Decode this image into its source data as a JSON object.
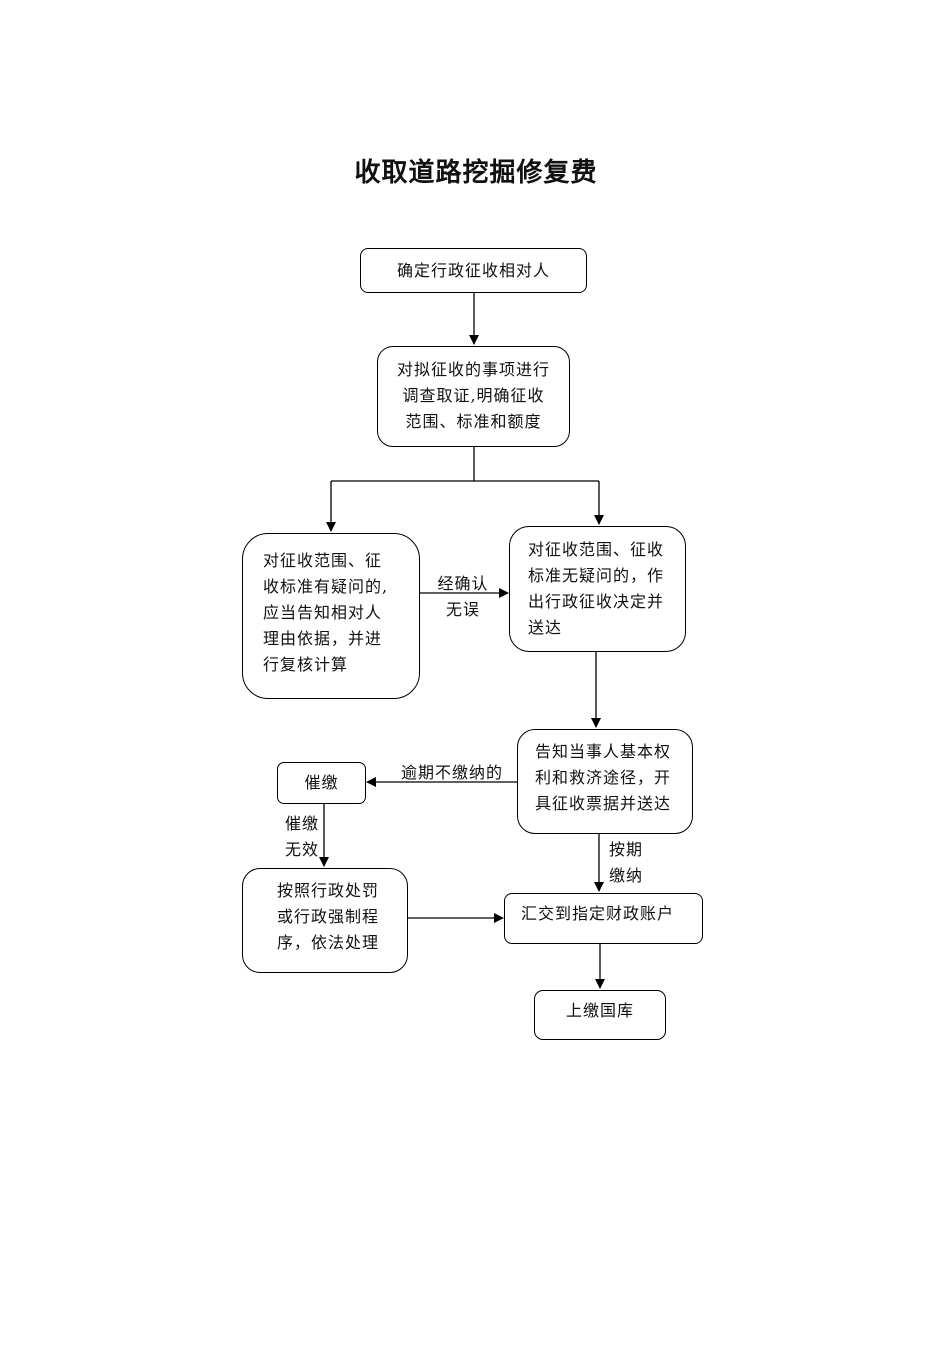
{
  "title": "收取道路挖掘修复费",
  "nodes": {
    "confirm_party": "确定行政征收相对人",
    "investigate": "对拟征收的事项进行\n调查取证,明确征收\n范围、标准和额度",
    "doubt_review": "对征收范围、征\n收标准有疑问的,\n应当告知相对人\n理由依据，并进\n行复核计算",
    "decision": "对征收范围、征收\n标准无疑问的，作\n出行政征收决定并\n送达",
    "notify_rights": "告知当事人基本权\n利和救济途径，开\n具征收票据并送达",
    "urge_payment": "催缴",
    "penalty": "按照行政处罚\n或行政强制程\n序，依法处理",
    "remit_account": "汇交到指定财政账户",
    "treasury": "上缴国库"
  },
  "edge_labels": {
    "confirmed_correct": "经确认\n无误",
    "overdue_unpaid": "逾期不缴纳的",
    "urge_failed": "催缴\n无效",
    "paid_on_time": "按期\n缴纳"
  }
}
